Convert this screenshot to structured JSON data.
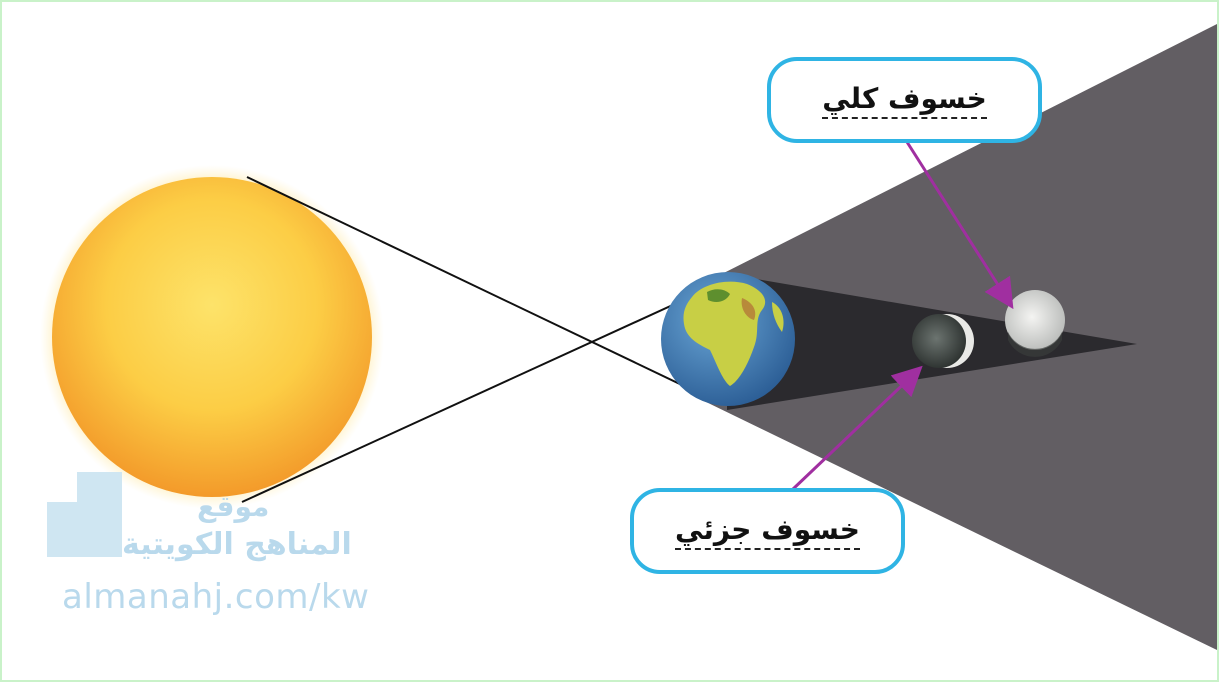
{
  "labels": {
    "total_eclipse": "خسوف كلي",
    "partial_eclipse": "خسوف جزئي"
  },
  "watermark": {
    "line1": "موقع",
    "line2": "المناهج الكويتية",
    "site": "almanahj.com/kw"
  },
  "colors": {
    "penumbra": "#625e63",
    "umbra": "#2b2a2e",
    "callout_border": "#2fb4e4",
    "arrow": "#a02fa0",
    "sun_core": "#fcd24a",
    "sun_edge": "#f29a28"
  },
  "icons": {
    "sun": "sun-icon",
    "earth": "earth-icon",
    "moon_partial": "moon-icon",
    "moon_total": "moon-icon"
  }
}
